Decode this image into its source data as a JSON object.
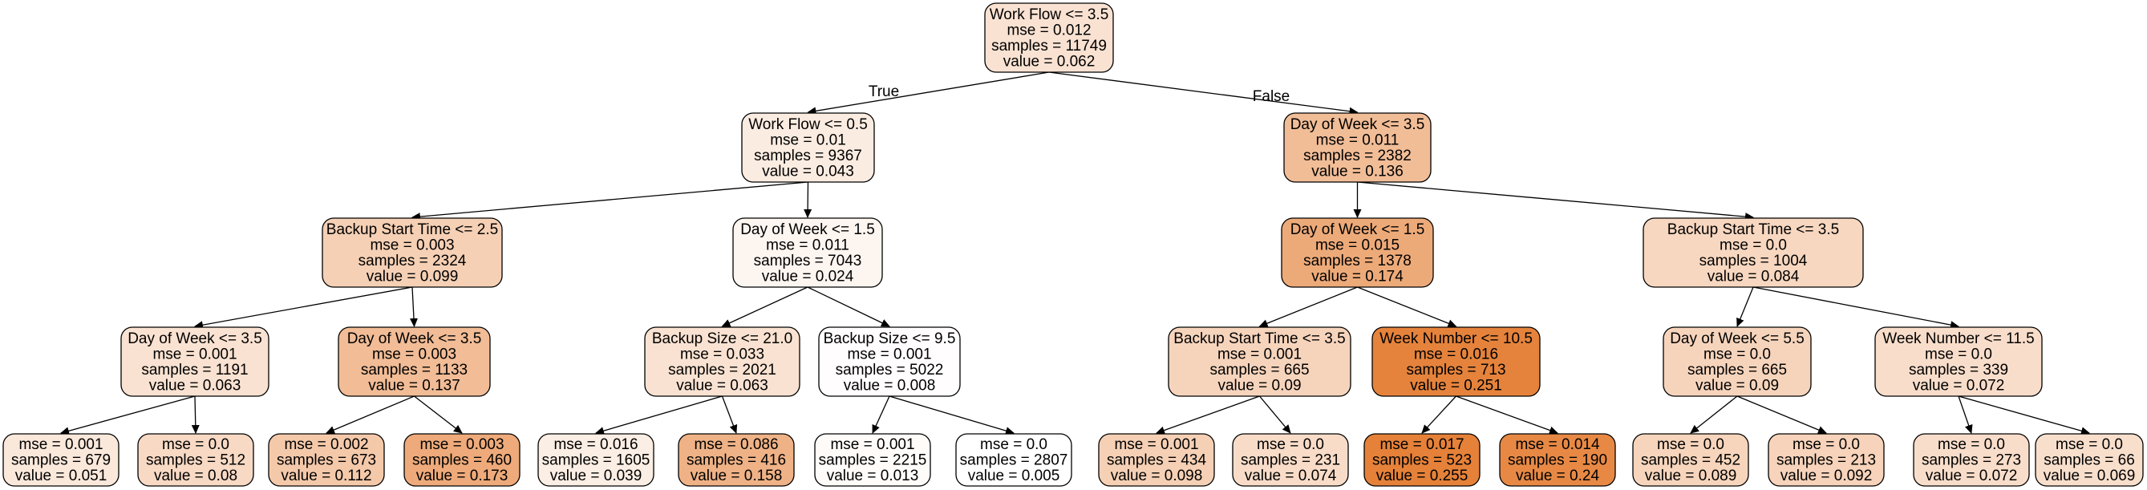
{
  "edge_labels": {
    "true": "True",
    "false": "False"
  },
  "colors": {
    "high": "#e58139",
    "low": "#ffffff",
    "stroke": "#000000"
  },
  "nodes": {
    "n0": {
      "lines": [
        "Work Flow <= 3.5",
        "mse = 0.012",
        "samples = 11749",
        "value = 0.062"
      ],
      "value": 0.062
    },
    "n1": {
      "lines": [
        "Work Flow <= 0.5",
        "mse = 0.01",
        "samples = 9367",
        "value = 0.043"
      ],
      "value": 0.043
    },
    "n2": {
      "lines": [
        "Day of Week <= 3.5",
        "mse = 0.011",
        "samples = 2382",
        "value = 0.136"
      ],
      "value": 0.136
    },
    "n3": {
      "lines": [
        "Backup Start Time <= 2.5",
        "mse = 0.003",
        "samples = 2324",
        "value = 0.099"
      ],
      "value": 0.099
    },
    "n4": {
      "lines": [
        "Day of Week <= 1.5",
        "mse = 0.011",
        "samples = 7043",
        "value = 0.024"
      ],
      "value": 0.024
    },
    "n5": {
      "lines": [
        "Day of Week <= 1.5",
        "mse = 0.015",
        "samples = 1378",
        "value = 0.174"
      ],
      "value": 0.174
    },
    "n6": {
      "lines": [
        "Backup Start Time <= 3.5",
        "mse = 0.0",
        "samples = 1004",
        "value = 0.084"
      ],
      "value": 0.084
    },
    "n7": {
      "lines": [
        "Day of Week <= 3.5",
        "mse = 0.001",
        "samples = 1191",
        "value = 0.063"
      ],
      "value": 0.063
    },
    "n8": {
      "lines": [
        "Day of Week <= 3.5",
        "mse = 0.003",
        "samples = 1133",
        "value = 0.137"
      ],
      "value": 0.137
    },
    "n9": {
      "lines": [
        "Backup Size <= 21.0",
        "mse = 0.033",
        "samples = 2021",
        "value = 0.063"
      ],
      "value": 0.063
    },
    "n10": {
      "lines": [
        "Backup Size <= 9.5",
        "mse = 0.001",
        "samples = 5022",
        "value = 0.008"
      ],
      "value": 0.008
    },
    "n11": {
      "lines": [
        "Backup Start Time <= 3.5",
        "mse = 0.001",
        "samples = 665",
        "value = 0.09"
      ],
      "value": 0.09
    },
    "n12": {
      "lines": [
        "Week Number <= 10.5",
        "mse = 0.016",
        "samples = 713",
        "value = 0.251"
      ],
      "value": 0.251
    },
    "n13": {
      "lines": [
        "Day of Week <= 5.5",
        "mse = 0.0",
        "samples = 665",
        "value = 0.09"
      ],
      "value": 0.09
    },
    "n14": {
      "lines": [
        "Week Number <= 11.5",
        "mse = 0.0",
        "samples = 339",
        "value = 0.072"
      ],
      "value": 0.072
    },
    "n15": {
      "lines": [
        "mse = 0.001",
        "samples = 679",
        "value = 0.051"
      ],
      "value": 0.051
    },
    "n16": {
      "lines": [
        "mse = 0.0",
        "samples = 512",
        "value = 0.08"
      ],
      "value": 0.08
    },
    "n17": {
      "lines": [
        "mse = 0.002",
        "samples = 673",
        "value = 0.112"
      ],
      "value": 0.112
    },
    "n18": {
      "lines": [
        "mse = 0.003",
        "samples = 460",
        "value = 0.173"
      ],
      "value": 0.173
    },
    "n19": {
      "lines": [
        "mse = 0.016",
        "samples = 1605",
        "value = 0.039"
      ],
      "value": 0.039
    },
    "n20": {
      "lines": [
        "mse = 0.086",
        "samples = 416",
        "value = 0.158"
      ],
      "value": 0.158
    },
    "n21": {
      "lines": [
        "mse = 0.001",
        "samples = 2215",
        "value = 0.013"
      ],
      "value": 0.013
    },
    "n22": {
      "lines": [
        "mse = 0.0",
        "samples = 2807",
        "value = 0.005"
      ],
      "value": 0.005
    },
    "n23": {
      "lines": [
        "mse = 0.001",
        "samples = 434",
        "value = 0.098"
      ],
      "value": 0.098
    },
    "n24": {
      "lines": [
        "mse = 0.0",
        "samples = 231",
        "value = 0.074"
      ],
      "value": 0.074
    },
    "n25": {
      "lines": [
        "mse = 0.017",
        "samples = 523",
        "value = 0.255"
      ],
      "value": 0.255
    },
    "n26": {
      "lines": [
        "mse = 0.014",
        "samples = 190",
        "value = 0.24"
      ],
      "value": 0.24
    },
    "n27": {
      "lines": [
        "mse = 0.0",
        "samples = 452",
        "value = 0.089"
      ],
      "value": 0.089
    },
    "n28": {
      "lines": [
        "mse = 0.0",
        "samples = 213",
        "value = 0.092"
      ],
      "value": 0.092
    },
    "n29": {
      "lines": [
        "mse = 0.0",
        "samples = 273",
        "value = 0.072"
      ],
      "value": 0.072
    },
    "n30": {
      "lines": [
        "mse = 0.0",
        "samples = 66",
        "value = 0.069"
      ],
      "value": 0.069
    }
  }
}
